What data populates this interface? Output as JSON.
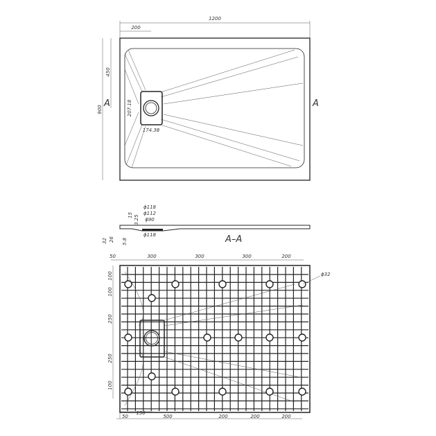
{
  "top_view": {
    "width_label": "1200",
    "drain_offset_x": "200",
    "drain_offset_y": "450",
    "height_label": "900",
    "drain_height": "207.18",
    "drain_width": "174.38",
    "section_left": "A",
    "section_right": "A"
  },
  "section_view": {
    "title": "A–A",
    "d118_top": "ϕ118",
    "d112": "ϕ112",
    "d90": "ϕ90",
    "d118_bottom": "ϕ118",
    "h15": "15",
    "h3_25": "3.25",
    "h32": "32",
    "h26": "26",
    "h5_8": "5.8"
  },
  "bottom_view": {
    "top_dims": [
      "50",
      "300",
      "300",
      "300",
      "200"
    ],
    "left_dims": [
      "100",
      "100",
      "250",
      "250",
      "100"
    ],
    "bottom_dims": [
      "50",
      "150",
      "500",
      "200",
      "200",
      "200"
    ],
    "foot_diameter": "ϕ32"
  }
}
